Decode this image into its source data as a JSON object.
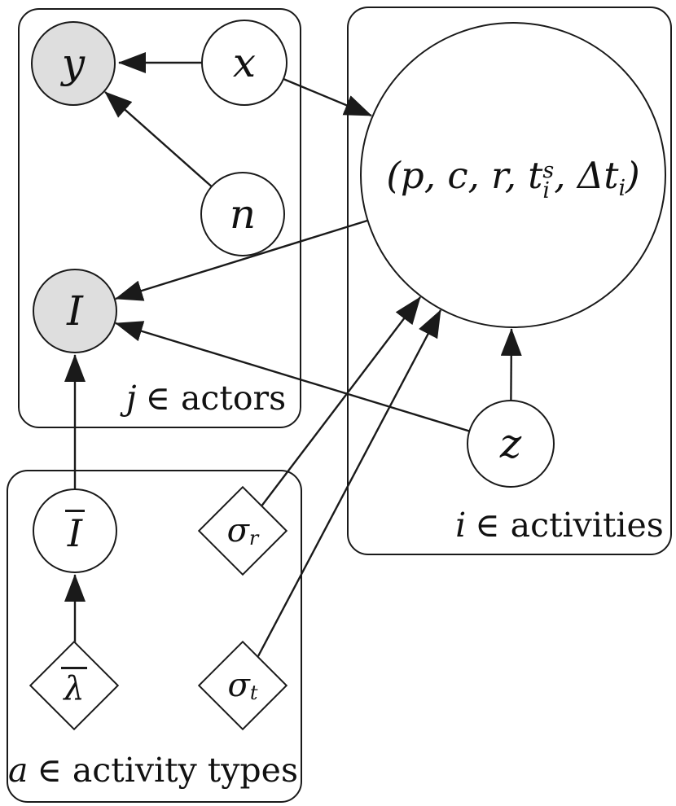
{
  "diagram": {
    "type": "probabilistic-graphical-model-plate-notation",
    "colors": {
      "background": "#ffffff",
      "stroke": "#1a1a1a",
      "observed_node_fill": "#dedede",
      "latent_node_fill": "#ffffff"
    },
    "plates": {
      "actors": {
        "label_var": "j",
        "label_rest": "∈ actors"
      },
      "activities": {
        "label_var": "i",
        "label_rest": "∈ activities"
      },
      "activity_types": {
        "label_var": "a",
        "label_rest": "∈ activity types"
      }
    },
    "nodes": {
      "y": {
        "label": "y",
        "shape": "circle",
        "observed": true
      },
      "x": {
        "label": "x",
        "shape": "circle",
        "observed": false
      },
      "n": {
        "label": "n",
        "shape": "circle",
        "observed": false
      },
      "I": {
        "label": "I",
        "shape": "circle",
        "observed": true
      },
      "event_tuple": {
        "shape": "circle",
        "observed": false,
        "label_pre": "(p, c, r, t",
        "t_sup": "s",
        "t_sub": "i",
        "label_mid": ", Δt",
        "dt_sub": "i",
        "label_post": ")"
      },
      "z": {
        "label": "z",
        "shape": "circle",
        "observed": false
      },
      "I_bar": {
        "label": "I",
        "bar": true,
        "shape": "circle",
        "observed": false
      },
      "lambda_bar": {
        "label": "λ",
        "bar": true,
        "shape": "diamond"
      },
      "sigma_r": {
        "label": "σ",
        "sub": "r",
        "shape": "diamond"
      },
      "sigma_t": {
        "label": "σ",
        "sub": "t",
        "shape": "diamond"
      }
    },
    "edges": [
      {
        "from": "x",
        "to": "y"
      },
      {
        "from": "n",
        "to": "y"
      },
      {
        "from": "x",
        "to": "event_tuple"
      },
      {
        "from": "event_tuple",
        "to": "I"
      },
      {
        "from": "z",
        "to": "I"
      },
      {
        "from": "z",
        "to": "event_tuple"
      },
      {
        "from": "sigma_r",
        "to": "event_tuple"
      },
      {
        "from": "sigma_t",
        "to": "event_tuple"
      },
      {
        "from": "lambda_bar",
        "to": "I_bar"
      },
      {
        "from": "I_bar",
        "to": "I"
      }
    ]
  }
}
